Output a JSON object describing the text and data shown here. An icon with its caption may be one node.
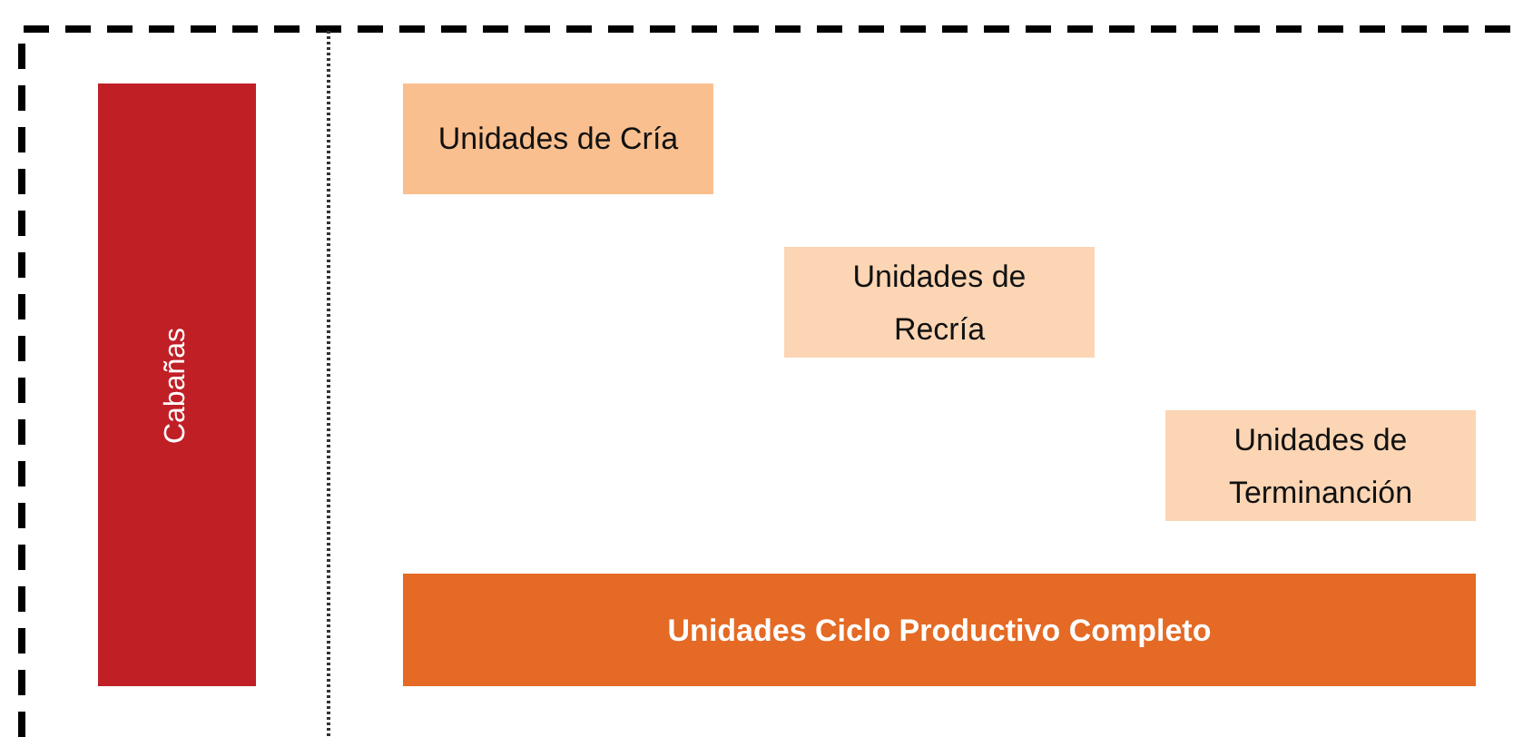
{
  "diagram": {
    "nodes": [
      {
        "text": [
          "Cabañas"
        ]
      },
      {
        "text": [
          "Unidades de Cría"
        ]
      },
      {
        "text": [
          "Unidades de Recría"
        ]
      },
      {
        "text": [
          "Unidades de Terminanción"
        ]
      },
      {
        "text": [
          "Unidades Ciclo Productivo Completo"
        ]
      }
    ]
  }
}
